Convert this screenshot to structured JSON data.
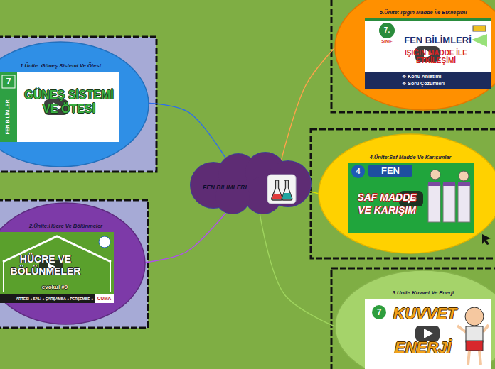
{
  "diagram": {
    "nodes": [
      {
        "text": [
          "FEN BİLİMLERİ"
        ]
      },
      {
        "text": [
          "1.Ünite: Güneş Sistemi Ve Ötesi"
        ]
      },
      {
        "text": [
          "7",
          "FEN BİLİMLERİ",
          "GÜNEŞ SİSTEMİ VE ÖTESİ"
        ],
        "in": 1
      },
      {
        "text": [
          "2.Ünite:Hücre Ve Bölünmeler"
        ]
      },
      {
        "text": [
          "HÜCRE VE BÖLÜNMELER",
          "evokul #9",
          "CUMA",
          "ARTESİ ● SALI ● ÇARŞAMBA ● PERŞEMBE ●"
        ],
        "in": 3
      },
      {
        "text": [
          "3.Ünite:Kuvvet Ve Enerji"
        ]
      },
      {
        "text": [
          "7",
          "KUVVET",
          "ENERJİ"
        ],
        "in": 5
      },
      {
        "text": [
          "4.Ünite:Saf Madde Ve Karışımlar"
        ]
      },
      {
        "text": [
          "4",
          "FEN",
          "SAF MADDE VE KARIŞIM"
        ],
        "in": 7
      },
      {
        "text": [
          "5.Ünite: Işığın Madde İle Etkileşimi"
        ]
      },
      {
        "text": [
          "7.",
          "SINIF",
          "FEN BİLİMLERİ",
          "IŞIĞIN MADDE İLE ETKİLEŞİMİ",
          "❖ Konu Anlatımı",
          "❖ Soru Çözümleri"
        ],
        "in": 9
      }
    ],
    "edges": [
      {
        "from": 0,
        "to": 1,
        "arrow": "none"
      },
      {
        "from": 0,
        "to": 3,
        "arrow": "none"
      },
      {
        "from": 0,
        "to": 5,
        "arrow": "none"
      },
      {
        "from": 0,
        "to": 7,
        "arrow": "none"
      },
      {
        "from": 0,
        "to": 9,
        "arrow": "none"
      }
    ]
  }
}
